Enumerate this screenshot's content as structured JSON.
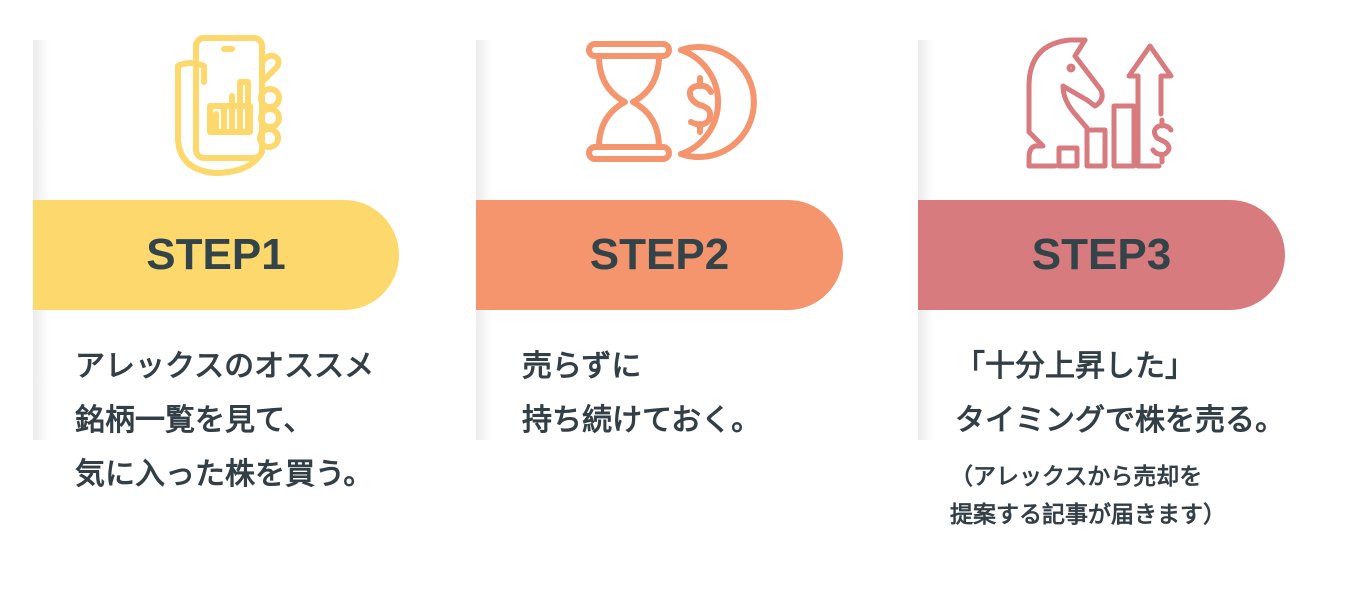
{
  "colors": {
    "step1": "#fdd86d",
    "step2": "#f4956e",
    "step3": "#d77b7e",
    "text": "#333f47"
  },
  "steps": [
    {
      "label": "STEP1",
      "icon": "hand-smartphone-chart-icon",
      "description": "アレックスのオススメ\n銘柄一覧を見て、\n気に入った株を買う。"
    },
    {
      "label": "STEP2",
      "icon": "hourglass-coin-icon",
      "description": "売らずに\n持ち続けておく。"
    },
    {
      "label": "STEP3",
      "icon": "chess-knight-growth-icon",
      "description": "「十分上昇した」\nタイミングで株を売る。",
      "note": "（アレックスから売却を\n提案する記事が届きます）"
    }
  ]
}
